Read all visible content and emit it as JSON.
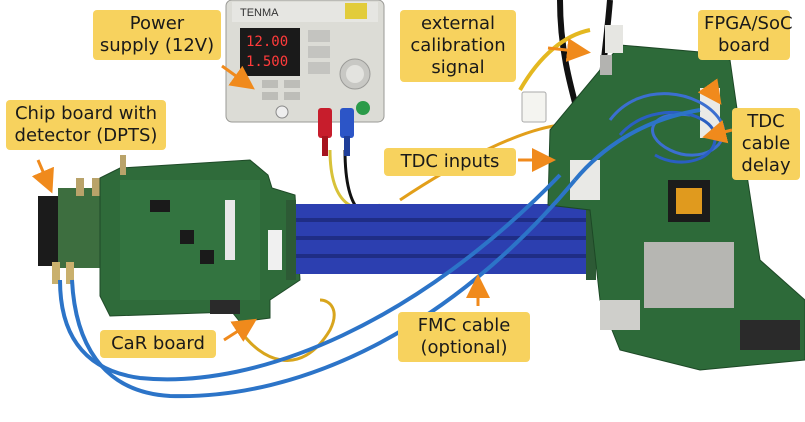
{
  "labels": {
    "power_supply": [
      "Power",
      "supply (12V)"
    ],
    "external_calibration": [
      "external",
      "calibration",
      "signal"
    ],
    "fpga_board": [
      "FPGA/SoC",
      "board"
    ],
    "chip_board": [
      "Chip board with",
      "detector (DPTS)"
    ],
    "tdc_inputs": [
      "TDC inputs"
    ],
    "tdc_cable_delay": [
      "TDC",
      "cable",
      "delay"
    ],
    "car_board": [
      "CaR board"
    ],
    "fmc_cable": [
      "FMC cable",
      "(optional)"
    ]
  },
  "psu": {
    "brand": "TENMA",
    "display_top": "12.00",
    "display_bottom": "1.500"
  },
  "colors": {
    "label_bg": "#f7d25e",
    "arrow": "#f08a1c",
    "pcb_green": "#2f6b3a",
    "fmc_blue": "#2c3fb0",
    "coax_blue": "#2c74c8"
  }
}
